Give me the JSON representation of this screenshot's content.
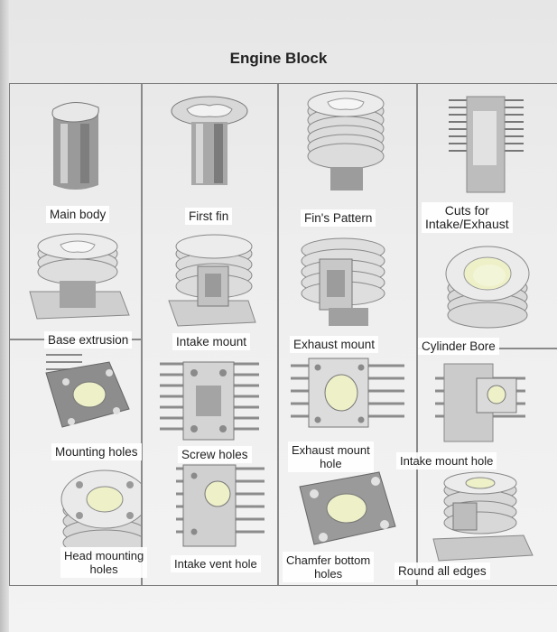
{
  "title": "Engine Block",
  "steps": [
    "Main body",
    "First fin",
    "Fin's Pattern",
    "Cuts for\nIntake/Exhaust",
    "Base extrusion",
    "Intake mount",
    "Exhaust mount",
    "Cylinder Bore",
    "Mounting holes",
    "Screw holes",
    "Exhaust mount\nhole",
    "Intake mount hole",
    "Head mounting\nholes",
    "Intake vent hole",
    "Chamfer bottom\nholes",
    "Round all edges"
  ]
}
